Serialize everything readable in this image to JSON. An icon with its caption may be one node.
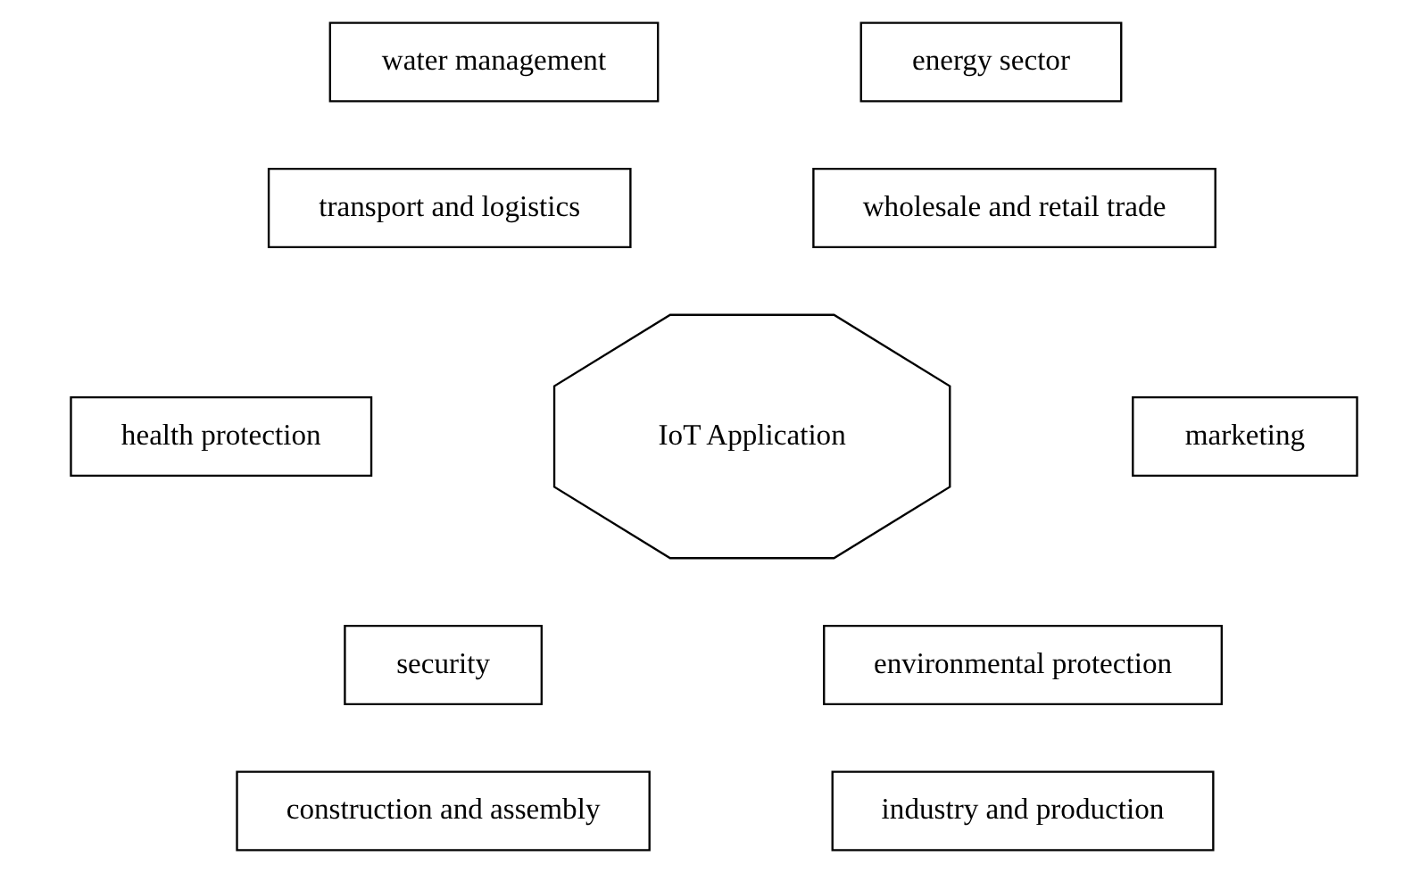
{
  "diagram": {
    "nodes": [
      {
        "text": [
          "water management"
        ]
      },
      {
        "text": [
          "energy sector"
        ]
      },
      {
        "text": [
          "transport and logistics"
        ]
      },
      {
        "text": [
          "wholesale and retail trade"
        ]
      },
      {
        "text": [
          "IoT Application"
        ]
      },
      {
        "text": [
          "marketing"
        ]
      },
      {
        "text": [
          "health protection"
        ]
      },
      {
        "text": [
          "environmental protection"
        ]
      },
      {
        "text": [
          "security"
        ]
      },
      {
        "text": [
          "industry and production"
        ]
      },
      {
        "text": [
          "construction and assembly"
        ]
      }
    ],
    "edges": []
  }
}
